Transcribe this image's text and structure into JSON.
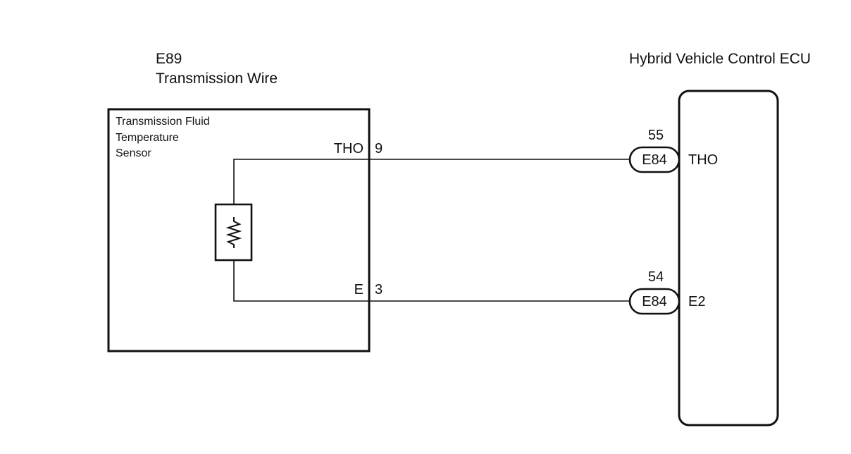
{
  "left_component": {
    "connector_id": "E89",
    "harness_name": "Transmission Wire",
    "sensor_label_lines": [
      "Transmission Fluid",
      "Temperature",
      "Sensor"
    ],
    "terminals": [
      {
        "name": "THO",
        "pin": "9"
      },
      {
        "name": "E",
        "pin": "3"
      }
    ]
  },
  "right_component": {
    "title": "Hybrid Vehicle Control ECU",
    "terminals": [
      {
        "connector": "E84",
        "pin": "55",
        "name": "THO"
      },
      {
        "connector": "E84",
        "pin": "54",
        "name": "E2"
      }
    ]
  }
}
